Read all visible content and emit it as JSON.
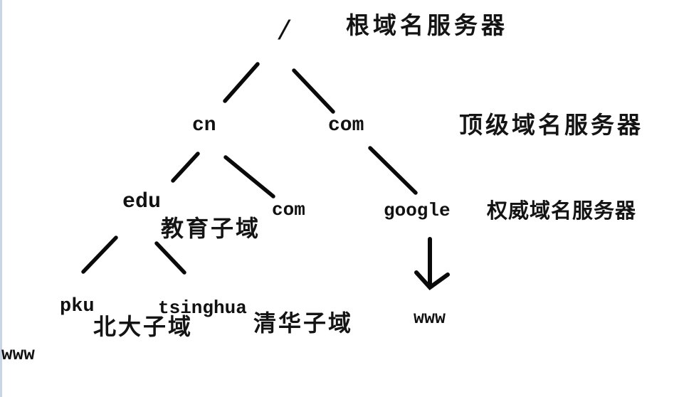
{
  "diagram": {
    "type": "dns-domain-hierarchy-tree",
    "nodes": {
      "root": {
        "label": "/"
      },
      "cn": {
        "label": "cn"
      },
      "com_tld": {
        "label": "com"
      },
      "edu": {
        "label": "edu"
      },
      "com_auth": {
        "label": "com"
      },
      "google": {
        "label": "google"
      },
      "pku": {
        "label": "pku"
      },
      "tsinghua": {
        "label": "tsinghua"
      },
      "www_under_google": {
        "label": "www"
      },
      "www_under_pku": {
        "label": "www"
      }
    },
    "labels": {
      "root_server": "根域名服务器",
      "tld_server": "顶级域名服务器",
      "authoritative_server": "权威域名服务器",
      "edu_subdomain": "教育子域",
      "pku_subdomain": "北大子域",
      "tsinghua_subdomain": "清华子域"
    },
    "edges": [
      {
        "from": "/",
        "to": "cn"
      },
      {
        "from": "/",
        "to": "com"
      },
      {
        "from": "cn",
        "to": "edu"
      },
      {
        "from": "cn",
        "to": "com"
      },
      {
        "from": "com",
        "to": "google"
      },
      {
        "from": "edu",
        "to": "pku"
      },
      {
        "from": "edu",
        "to": "tsinghua"
      },
      {
        "from": "google",
        "to": "www",
        "style": "arrow"
      }
    ],
    "colors": {
      "background": "#ffffff",
      "line": "#0a0a0a",
      "text": "#111111",
      "left_edge_stripe": "#c9d4e6"
    }
  }
}
